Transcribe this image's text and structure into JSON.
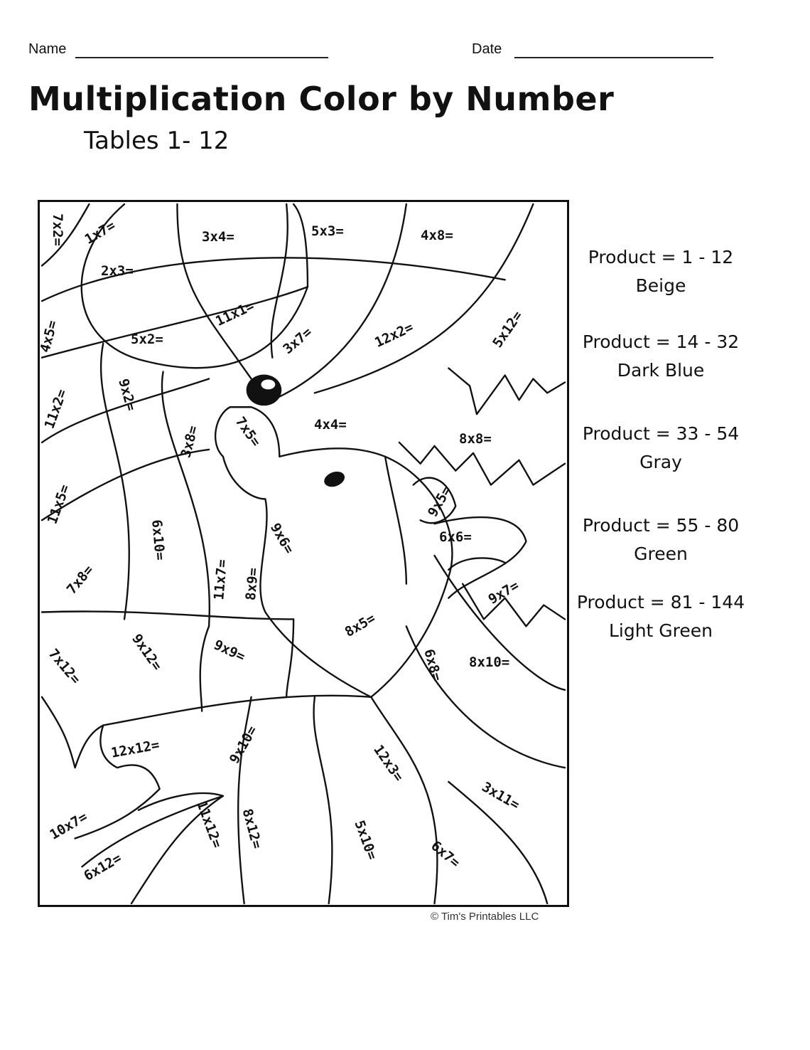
{
  "header": {
    "name_label": "Name",
    "date_label": "Date",
    "title": "Multiplication Color by Number",
    "subtitle": "Tables 1- 12"
  },
  "facts": [
    "7x2=",
    "1x7=",
    "3x4=",
    "5x3=",
    "4x8=",
    "2x3=",
    "4x5=",
    "11x1=",
    "5x2=",
    "3x7=",
    "12x2=",
    "5x12=",
    "11x2=",
    "9x2=",
    "7x5=",
    "4x4=",
    "3x8=",
    "8x8=",
    "11x5=",
    "6x10=",
    "9x5=",
    "9x6=",
    "6x6=",
    "7x8=",
    "11x7=",
    "8x9=",
    "9x7=",
    "8x5=",
    "7x12=",
    "9x12=",
    "9x9=",
    "6x8=",
    "8x10=",
    "12x12=",
    "9x10=",
    "12x3=",
    "3x11=",
    "10x7=",
    "11x12=",
    "8x12=",
    "5x10=",
    "6x7=",
    "6x12="
  ],
  "key": [
    {
      "range": "Product = 1 - 12",
      "color_name": "Beige",
      "color": "#E8D8B0"
    },
    {
      "range": "Product = 14 - 32",
      "color_name": "Dark Blue",
      "color": "#1F3A7A"
    },
    {
      "range": "Product = 33 - 54",
      "color_name": "Gray",
      "color": "#8A8A8A"
    },
    {
      "range": "Product = 55 - 80",
      "color_name": "Green",
      "color": "#2E8B3A"
    },
    {
      "range": "Product = 81 - 144",
      "color_name": "Light Green",
      "color": "#9ED67A"
    }
  ],
  "copyright": "© Tim's Printables LLC"
}
